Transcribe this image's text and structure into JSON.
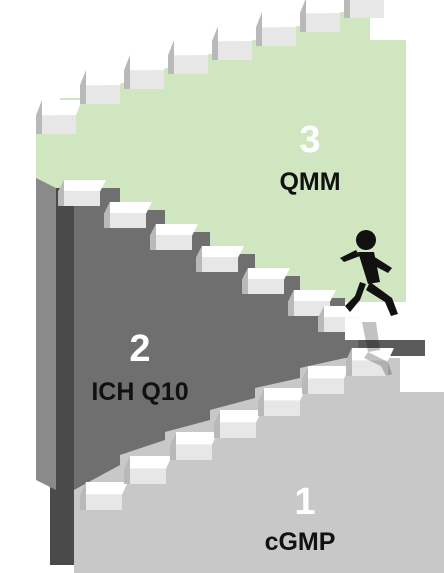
{
  "colors": {
    "background": "#ffffff",
    "level3_wall": "#cfe6c0",
    "level2_wall": "#6f6f6f",
    "level1_floor": "#c8c8c8",
    "step_top": "#ffffff",
    "step_front": "#e7e7e7",
    "step_shadow": "#b9b9b9",
    "label_light": "#ffffff",
    "label_dark": "#111111",
    "figure": "#111111"
  },
  "icons": {
    "figure": "running-person-icon"
  },
  "levels": [
    {
      "number": "3",
      "name": "QMM"
    },
    {
      "number": "2",
      "name": "ICH Q10"
    },
    {
      "number": "1",
      "name": "cGMP"
    }
  ]
}
